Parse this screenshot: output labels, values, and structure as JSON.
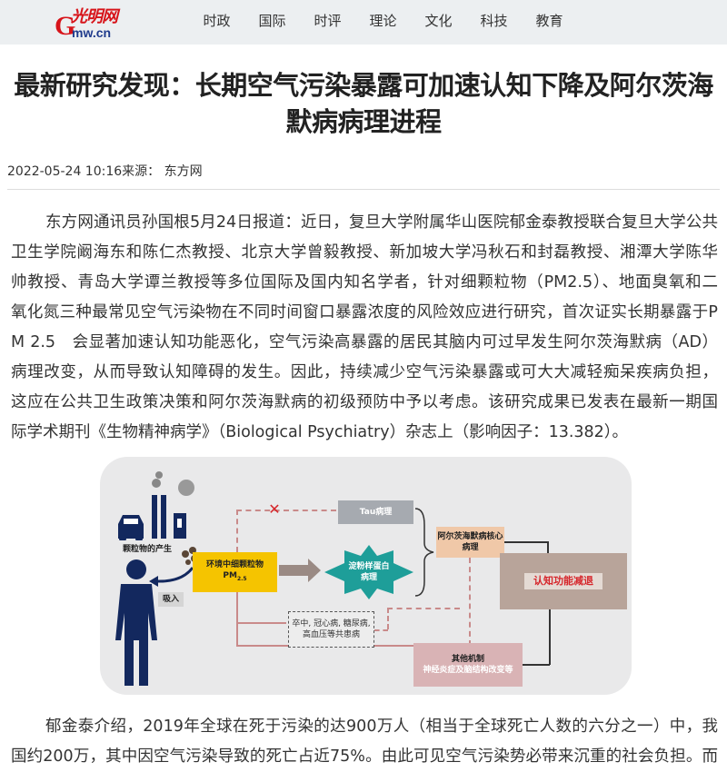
{
  "header": {
    "logo": {
      "glyph": "G",
      "text_cn": "光明网",
      "domain": "mw.cn"
    },
    "nav": [
      "时政",
      "国际",
      "时评",
      "理论",
      "文化",
      "科技",
      "教育"
    ]
  },
  "article": {
    "title": "最新研究发现：长期空气污染暴露可加速认知下降及阿尔茨海默病病理进程",
    "meta": "2022-05-24 10:16来源： 东方网",
    "paragraph1": [
      "东方网通讯员孙国根5月24日报道：近日，复旦大学附属华山医院郁金泰教授联合复旦大学公共",
      "卫生学院阚海东和陈仁杰教授、北京大学曾毅教授、新加坡大学冯秋石和封磊教授、湘潭大学陈华",
      "帅教授、青岛大学谭兰教授等多位国际及国内知名学者，针对细颗粒物（PM2.5）、地面臭氧和二",
      "氧化氮三种最常见空气污染物在不同时间窗口暴露浓度的风险效应进行研究，首次证实长期暴露于P",
      "M 2.5　会显著加速认知功能恶化，空气污染高暴露的居民其脑内可过早发生阿尔茨海默病（AD）",
      "病理改变，从而导致认知障碍的发生。因此，持续减少空气污染暴露或可大大减轻痴呆疾病负担，",
      "这应在公共卫生政策决策和阿尔茨海默病的初级预防中予以考虑。该研究成果已发表在最新一期国",
      "际学术期刊《生物精神病学》（Biological Psychiatry）杂志上（影响因子：13.382）。"
    ],
    "paragraph2": [
      "郁金泰介绍，2019年全球在死于污染的达900万人（相当于全球死亡人数的六分之一）中，我",
      "国约200万，其中因空气污染导致的死亡占近75%。由此可见空气污染势必带来沉重的社会负担。而"
    ]
  },
  "figure": {
    "source_label": "颗粒物的产生",
    "inhale_label": "吸入",
    "pm_box": "环境中细颗粒物",
    "pm_symbol": "PM",
    "pm_sub": "2.5",
    "tau": "Tau病理",
    "amyloid": "淀粉样蛋白病理",
    "ad_core": "阿尔茨海默病核心病理",
    "cognition": "认知功能减退",
    "comorbid": "卒中, 冠心病, 糖尿病, 高血压等共患病",
    "other_title": "其他机制",
    "other_desc": "神经炎症及脑结构改变等",
    "colors": {
      "pm": "#f5c400",
      "amyloid": "#1e9e99",
      "tau": "#a6aab0",
      "ad": "#f0c8a8",
      "other": "#d9b3b5",
      "brain_bg": "#b8a49a",
      "cog_text": "#d6262b",
      "navy": "#13285e"
    }
  }
}
